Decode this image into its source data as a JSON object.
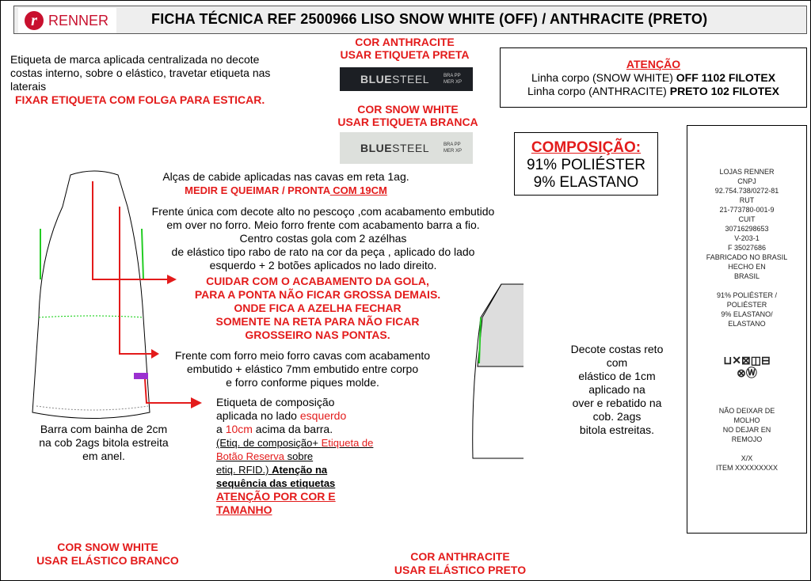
{
  "header": {
    "brand": "RENNER",
    "title": "FICHA TÉCNICA REF 2500966 LISO SNOW WHITE (OFF) / ANTHRACITE (PRETO)"
  },
  "brand_label": {
    "lines": [
      "Etiqueta de marca aplicada centralizada no decote",
      "costas interno, sobre o elástico, travetar etiqueta nas",
      " laterais"
    ],
    "warning": "FIXAR ETIQUETA COM FOLGA PARA ESTICAR."
  },
  "labels": {
    "anthracite_1": "COR ANTHRACITE",
    "anthracite_2": "USAR ETIQUETA PRETA",
    "white_1": "COR SNOW WHITE",
    "white_2": "USAR ETIQUETA BRANCA",
    "brand_blue": "BLUE",
    "brand_steel": "STEEL",
    "size_1": "BRA PP",
    "size_2": "MER XP"
  },
  "attention": {
    "title": "ATENÇÃO",
    "line1_a": "Linha corpo (SNOW WHITE) ",
    "line1_b": "OFF 1102 FILOTEX",
    "line2_a": "Linha corpo (ANTHRACITE) ",
    "line2_b": "PRETO 102 FILOTEX"
  },
  "composition": {
    "title": "COMPOSIÇÃO:",
    "line1": "91% POLIÉSTER",
    "line2": "9% ELASTANO"
  },
  "care_label": {
    "lines": [
      "LOJAS RENNER",
      "CNPJ",
      "92.754.738/0272-81",
      "RUT",
      "21-773780-001-9",
      "CUIT",
      "30716298653",
      "V-203-1",
      "F 35027686",
      "FABRICADO NO BRASIL",
      "HECHO EN",
      "BRASIL"
    ],
    "comp": [
      "91% POLIÉSTER /",
      "POLIÉSTER",
      "9% ELASTANO/",
      "ELASTANO"
    ],
    "warn": [
      "NÃO DEIXAR DE",
      "MOLHO",
      "NO DEJAR EN",
      "REMOJO"
    ],
    "size": "X/X",
    "item": "ITEM XXXXXXXXX"
  },
  "notes": {
    "hanger_1": "Alças de cabide aplicadas nas cavas em reta 1ag.",
    "hanger_2a": "MEDIR E QUEIMAR / PRONTA",
    "hanger_2b": " COM 19CM",
    "front": [
      "Frente única com decote alto no pescoço ,com acabamento embutido",
      "em over no forro. Meio forro frente com acabamento barra a fio.",
      "Centro costas gola com 2 azélhas",
      "de elástico tipo rabo de rato na cor da peça , aplicado do lado",
      "esquerdo + 2 botões aplicados no lado direito."
    ],
    "collar": [
      "CUIDAR COM O ACABAMENTO DA GOLA,",
      "PARA A PONTA NÃO FICAR GROSSA DEMAIS.",
      "ONDE FICA A AZELHA FECHAR",
      "SOMENTE NA RETA PARA NÃO FICAR",
      "GROSSEIRO NAS PONTAS."
    ],
    "lining": [
      "Frente com forro meio forro cavas com acabamento",
      "embutido + elástico 7mm embutido entre corpo",
      "e forro conforme piques molde."
    ],
    "comp_label_1": "Etiqueta de composição",
    "comp_label_2a": "aplicada no lado ",
    "comp_label_2b": "esquerdo",
    "comp_label_3a": " a ",
    "comp_label_3b": "10cm",
    "comp_label_3c": " acima da barra.",
    "comp_label_4a": "(Etiq. de composição+ ",
    "comp_label_4b": "Etiqueta de ",
    "comp_label_5a": "Botão Reserva",
    "comp_label_5b": " sobre",
    "comp_label_6a": "etiq. RFID.) ",
    "comp_label_6b": "Atenção na ",
    "comp_label_7": "sequência das etiquetas",
    "comp_label_8": "ATENÇÃO POR COR E",
    "comp_label_9": "TAMANHO",
    "hem": [
      "Barra com bainha de 2cm",
      "na cob 2ags bitola estreita",
      "em anel."
    ],
    "back": [
      "Decote costas reto",
      "com",
      "elástico de 1cm",
      "aplicado na",
      "over e rebatido na",
      "cob. 2ags",
      "bitola estreitas."
    ],
    "elastic_white_1": "COR SNOW WHITE",
    "elastic_white_2": "USAR ELÁSTICO  BRANCO",
    "elastic_black_1": "COR ANTHRACITE",
    "elastic_black_2": "USAR ELÁSTICO PRETO"
  }
}
